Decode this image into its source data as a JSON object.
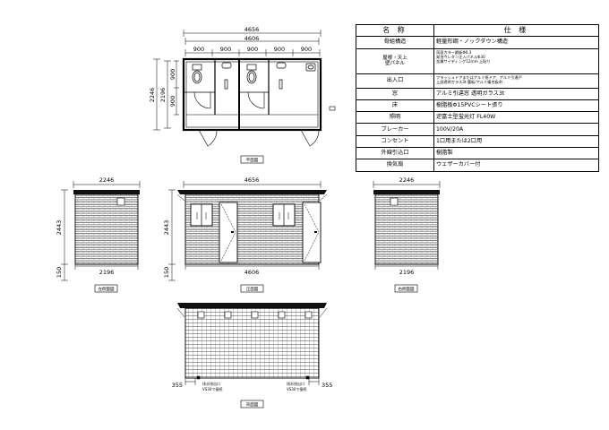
{
  "dimensions": {
    "plan_total": "4656",
    "plan_inner": "4606",
    "plan_bays": [
      "900",
      "900",
      "900",
      "900",
      "900"
    ],
    "plan_left_outer": "2246",
    "plan_left_inner": "2196",
    "plan_left_bays": [
      "900",
      "900"
    ],
    "left_width_top": "2246",
    "left_width_bottom": "2196",
    "left_height": "2443",
    "left_base": "150",
    "front_width_top": "4656",
    "front_width_bottom": "4606",
    "front_height": "2443",
    "front_base": "150",
    "right_width_top": "2246",
    "right_width_bottom": "2196",
    "back_left_offset": "355",
    "back_right_offset": "355"
  },
  "captions": {
    "plan": "平面図",
    "left": "左側面図",
    "front": "正面図",
    "right": "右側面図",
    "back": "背面図"
  },
  "back_notes": {
    "left": "排水排出口",
    "left_sub": "VS30で接続",
    "right": "排水排出口",
    "right_sub": "VS30で接続"
  },
  "spec_table": {
    "header": {
      "name": "名 称",
      "spec": "仕 様"
    },
    "rows": [
      {
        "label": "骨組構造",
        "lines": [
          "軽量形鋼・ノックダウン構造"
        ]
      },
      {
        "label": "屋根・天上\n壁パネル",
        "lines": [
          "両面カラー鋼板Φ0.3",
          "発泡ウレタン注入パネルΦ30",
          "金属サイディング12mm 上貼り"
        ]
      },
      {
        "label": "出入口",
        "lines": [
          "フラッシュドアまたはアルミ框ドア、アルミ引違戸",
          "上部透明ガラス3t 腰板/アルミ複合板4t"
        ]
      },
      {
        "label": "窓",
        "lines": [
          "アルミ引違窓 透明ガラス3t"
        ]
      },
      {
        "label": "床",
        "lines": [
          "樹脂板Φ15PVCシート張り"
        ]
      },
      {
        "label": "照明",
        "lines": [
          "逆富士型蛍光灯 FL40W"
        ]
      },
      {
        "label": "ブレーカー",
        "lines": [
          "100V/20A"
        ]
      },
      {
        "label": "コンセント",
        "lines": [
          "1口用または2口用"
        ]
      },
      {
        "label": "外線引込口",
        "lines": [
          "樹脂製"
        ]
      },
      {
        "label": "換気扇",
        "lines": [
          "ウェザーカバー付"
        ]
      }
    ]
  }
}
